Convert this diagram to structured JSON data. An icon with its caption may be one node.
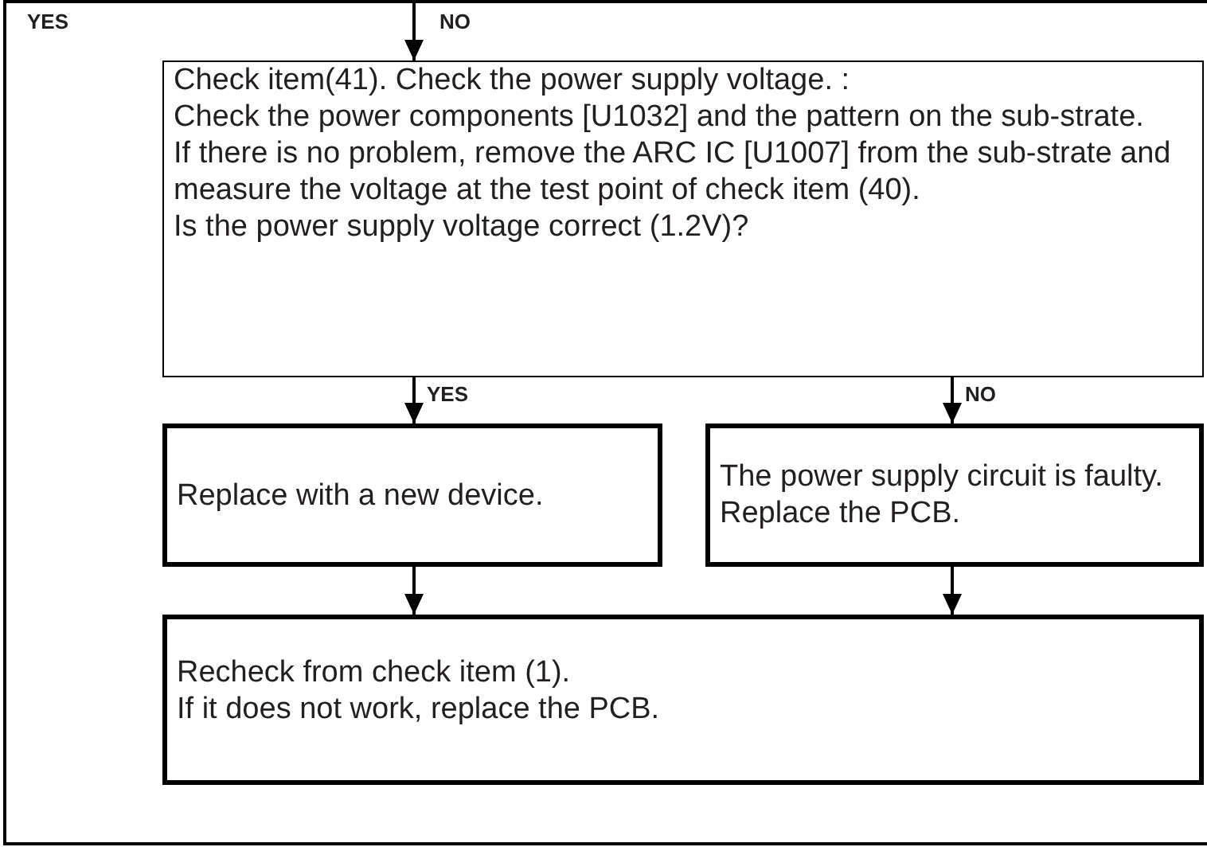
{
  "diagram": {
    "nodes": [
      {
        "text": [
          "Check item(41). Check the power supply voltage. :",
          "Check the power components [U1032] and the pattern on the sub-strate.",
          "If there is no problem, remove the ARC IC [U1007] from the sub-strate and measure the voltage at the test point of check item (40).",
          "Is the power supply voltage correct (1.2V)?"
        ]
      },
      {
        "text": [
          "Replace with a new device."
        ]
      },
      {
        "text": [
          "The power supply circuit is faulty.",
          "Replace the PCB."
        ]
      },
      {
        "text": [
          "Recheck from check item (1).",
          "If it does not work, replace the PCB."
        ]
      }
    ],
    "edges": [
      {
        "from": null,
        "to": 0,
        "arrow": "to",
        "label": "NO"
      },
      {
        "from": 0,
        "to": 1,
        "arrow": "to",
        "label": "YES"
      },
      {
        "from": 0,
        "to": 2,
        "arrow": "to",
        "label": "NO"
      },
      {
        "from": 1,
        "to": 3,
        "arrow": "to"
      },
      {
        "from": 2,
        "to": 3,
        "arrow": "to"
      }
    ],
    "labels": [
      "YES"
    ]
  }
}
